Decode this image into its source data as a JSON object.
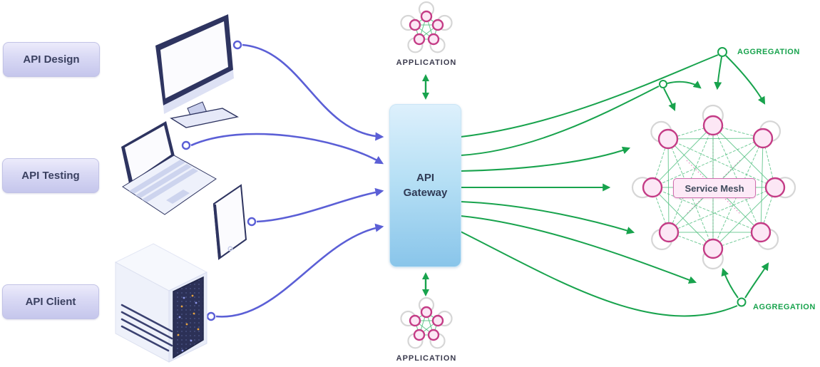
{
  "pills": [
    {
      "label": "API Design"
    },
    {
      "label": "API Testing"
    },
    {
      "label": "API Client"
    }
  ],
  "gateway": {
    "label_line1": "API",
    "label_line2": "Gateway"
  },
  "mesh": {
    "label": "Service Mesh"
  },
  "applications": {
    "top_label": "APPLICATION",
    "bottom_label": "APPLICATION"
  },
  "aggregations": {
    "top_label": "AGGREGATION",
    "bottom_label": "AGGREGATION"
  },
  "icons": {
    "application_cluster": "pentagon-network-icon",
    "service_mesh_cluster": "octagon-network-icon",
    "devices": [
      "desktop-monitor",
      "laptop",
      "tablet",
      "server-tower"
    ]
  },
  "colors": {
    "connector_purple": "#5b5fd6",
    "connector_green": "#18a34d",
    "mesh_edge_green": "#52c080",
    "mesh_dotted_pink": "#e070b2",
    "node_pink_fill": "#fce7f5",
    "node_pink_stroke": "#c43c86",
    "shadow_gray": "#d6d6d6",
    "device_navy": "#2e3460",
    "gateway_top": "#ddf0fc",
    "gateway_bottom": "#89c5ea",
    "pill_top": "#ecebfb",
    "pill_bottom": "#c5c6ec"
  }
}
